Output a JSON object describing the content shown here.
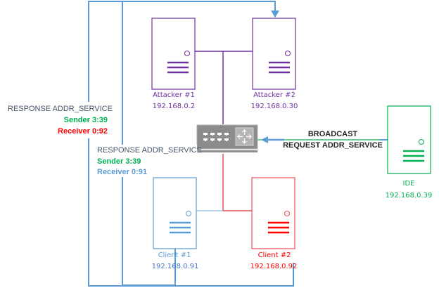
{
  "colors": {
    "attacker": "#7030a0",
    "client1": "#5b9bd5",
    "client2": "#ff0000",
    "client2_border": "#e8505a",
    "ide": "#00b050",
    "flow": "#5b9bd5",
    "annotation_dark": "#44546a",
    "switch_body": "#8c8c8c",
    "text_dark": "#262626"
  },
  "nodes": {
    "attacker1": {
      "name": "Attacker #1",
      "ip": "192.168.0.2"
    },
    "attacker2": {
      "name": "Attacker #2",
      "ip": "192.168.0.30"
    },
    "client1": {
      "name": "Client #1",
      "ip": "192.168.0.91"
    },
    "client2": {
      "name": "Client #2",
      "ip": "192.168.0.92"
    },
    "ide": {
      "name": "IDE",
      "ip": "192.168.0.39"
    },
    "switch": {
      "icon": "network-switch-icon"
    }
  },
  "annotations": {
    "broadcast": {
      "line1": "BROADCAST",
      "line2": "REQUEST ADDR_SERVICE"
    },
    "response_outer": {
      "title": "RESPONSE ADDR_SERVICE",
      "sender": "Sender 3:39",
      "receiver": "Receiver 0:92"
    },
    "response_inner": {
      "title": "RESPONSE ADDR_SERVICE",
      "sender": "Sender 3:39",
      "receiver": "Receiver 0:91"
    }
  }
}
